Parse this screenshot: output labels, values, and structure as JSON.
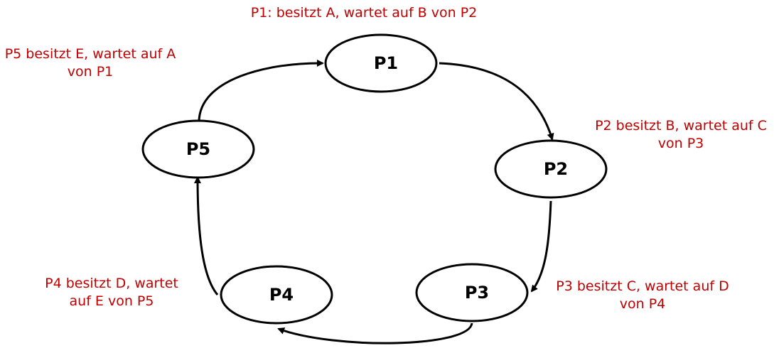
{
  "nodes": {
    "p1": {
      "label": "P1"
    },
    "p2": {
      "label": "P2"
    },
    "p3": {
      "label": "P3"
    },
    "p4": {
      "label": "P4"
    },
    "p5": {
      "label": "P5"
    }
  },
  "annotations": {
    "p1": {
      "line1": "P1: besitzt A, wartet auf B von P2"
    },
    "p2": {
      "line1": "P2 besitzt B, wartet auf C",
      "line2": "von P3"
    },
    "p3": {
      "line1": "P3 besitzt C, wartet auf D",
      "line2": "von P4"
    },
    "p4": {
      "line1": "P4 besitzt D, wartet",
      "line2": "auf E von P5"
    },
    "p5": {
      "line1": "P5 besitzt E, wartet auf A",
      "line2": "von P1"
    }
  },
  "colors": {
    "annotation": "#c00000",
    "stroke": "#000000",
    "node_fill": "#ffffff"
  }
}
